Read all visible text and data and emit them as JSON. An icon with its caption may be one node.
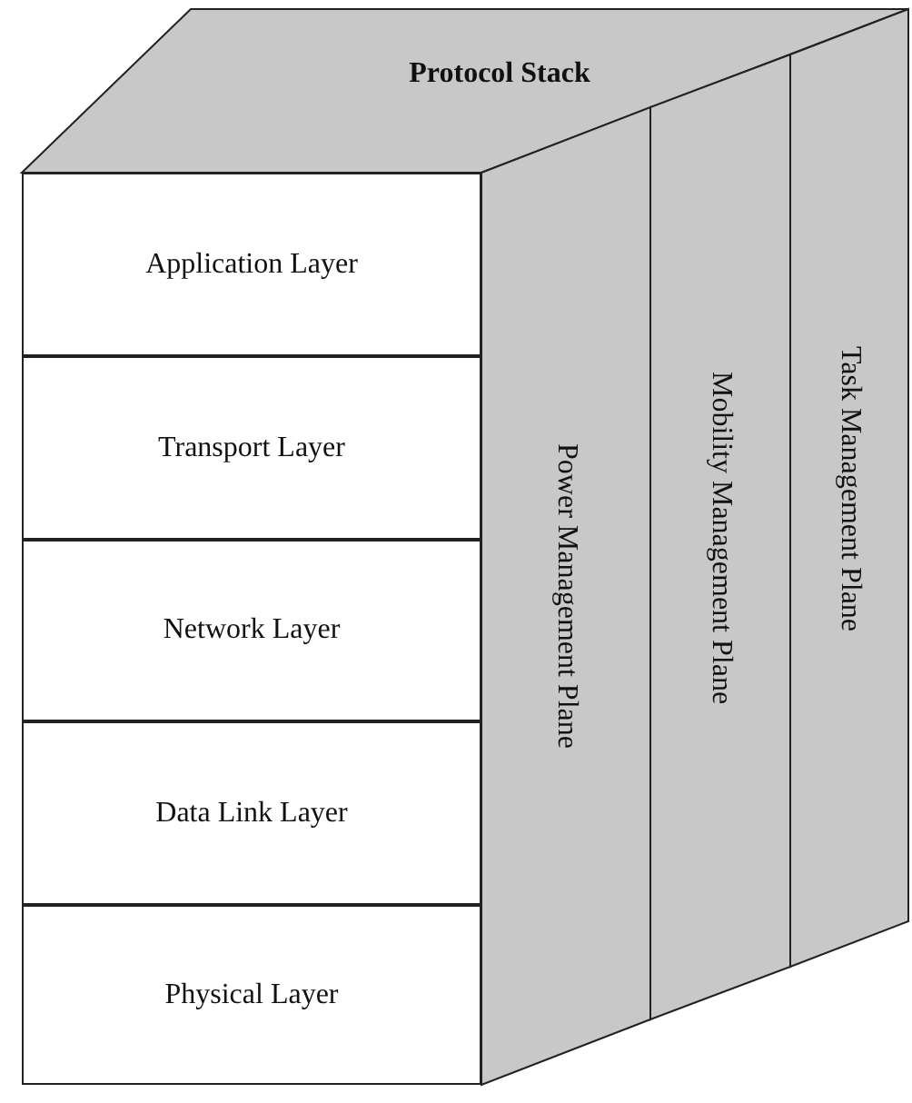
{
  "diagram": {
    "nodes": [
      {
        "text": [
          "Protocol Stack"
        ]
      },
      {
        "text": [
          "Application Layer"
        ]
      },
      {
        "text": [
          "Transport Layer"
        ]
      },
      {
        "text": [
          "Network Layer"
        ]
      },
      {
        "text": [
          "Data Link Layer"
        ]
      },
      {
        "text": [
          "Physical Layer"
        ]
      },
      {
        "text": [
          "Power Management Plane"
        ]
      },
      {
        "text": [
          "Mobility Management Plane"
        ]
      },
      {
        "text": [
          "Task Management Plane"
        ]
      }
    ]
  }
}
